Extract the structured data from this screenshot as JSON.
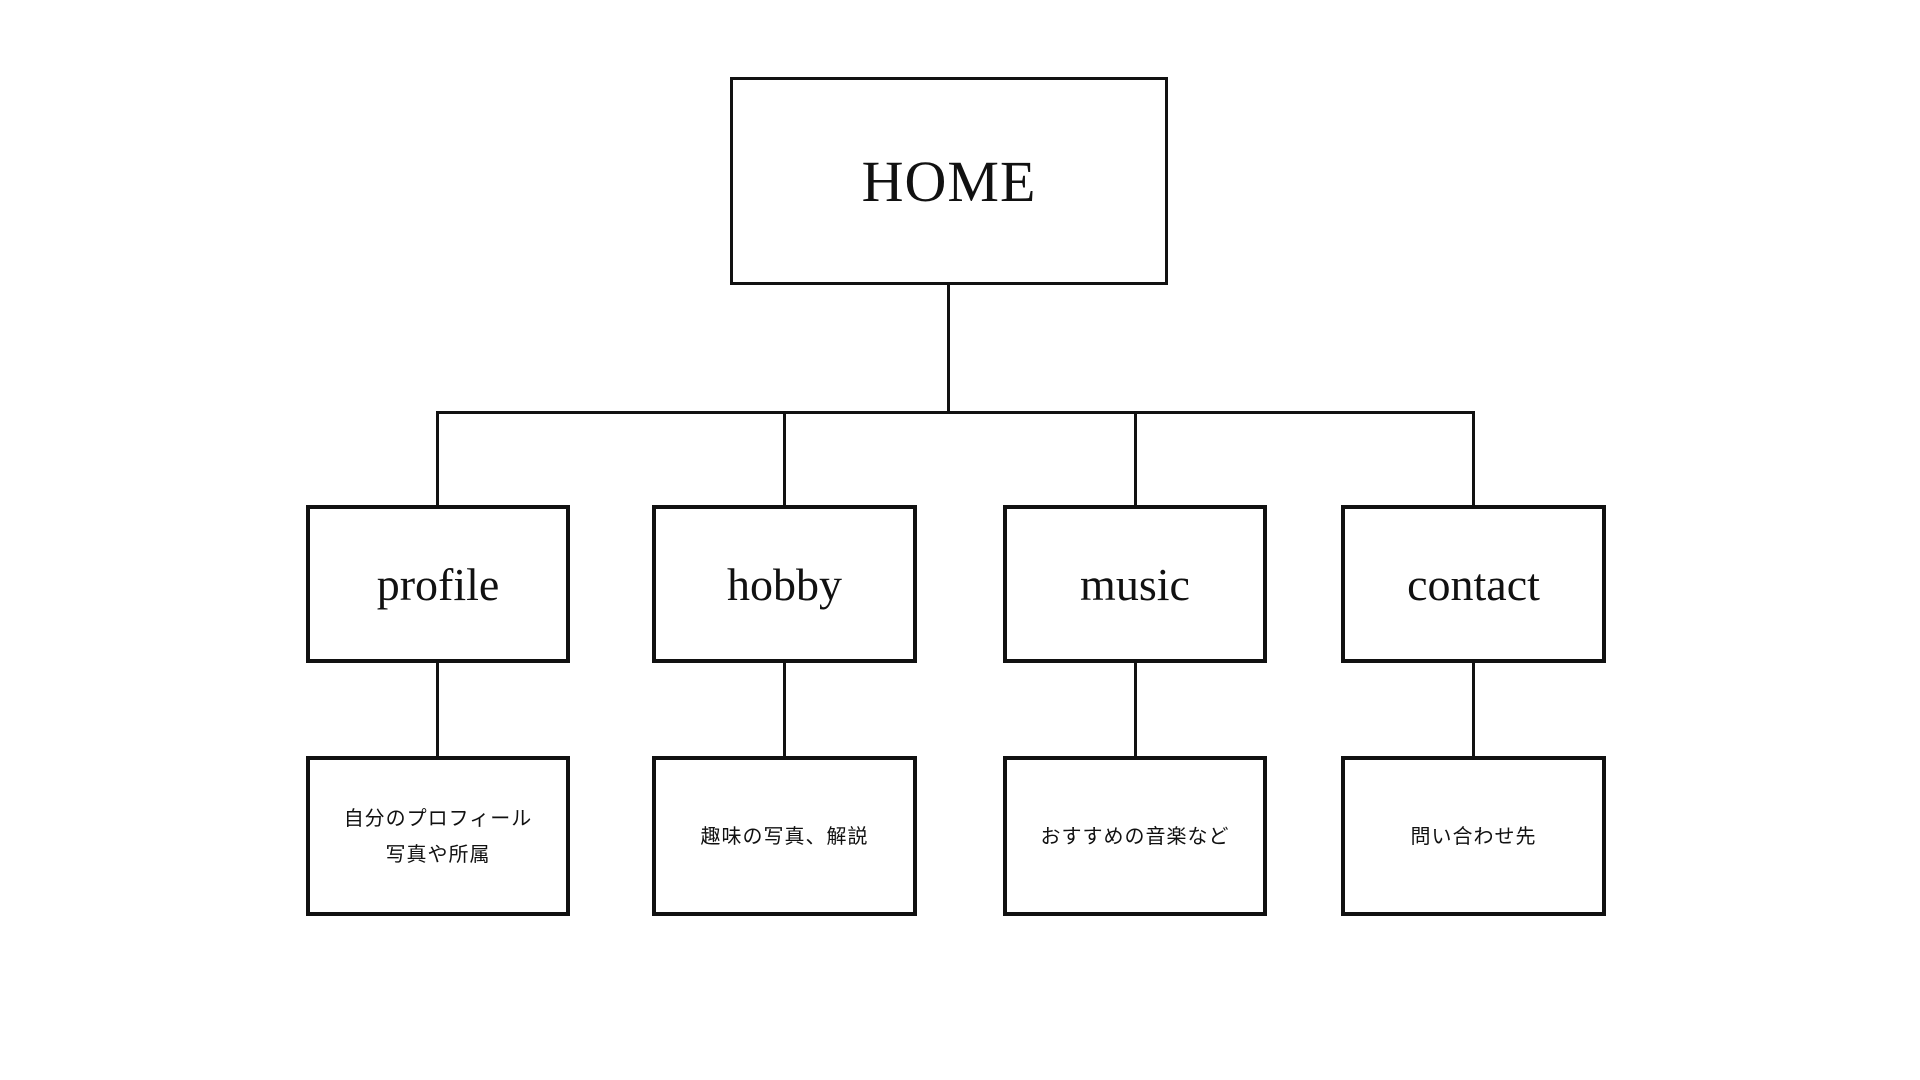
{
  "diagram": {
    "type": "sitemap-tree",
    "colors": {
      "background": "#ffffff",
      "line": "#111111",
      "box_border": "#111111",
      "text": "#111111"
    },
    "root": {
      "label": "HOME"
    },
    "children": [
      {
        "label": "profile",
        "desc_lines": [
          "自分のプロフィール",
          "写真や所属"
        ]
      },
      {
        "label": "hobby",
        "desc_lines": [
          "趣味の写真、解説"
        ]
      },
      {
        "label": "music",
        "desc_lines": [
          "おすすめの音楽など"
        ]
      },
      {
        "label": "contact",
        "desc_lines": [
          "問い合わせ先"
        ]
      }
    ]
  }
}
